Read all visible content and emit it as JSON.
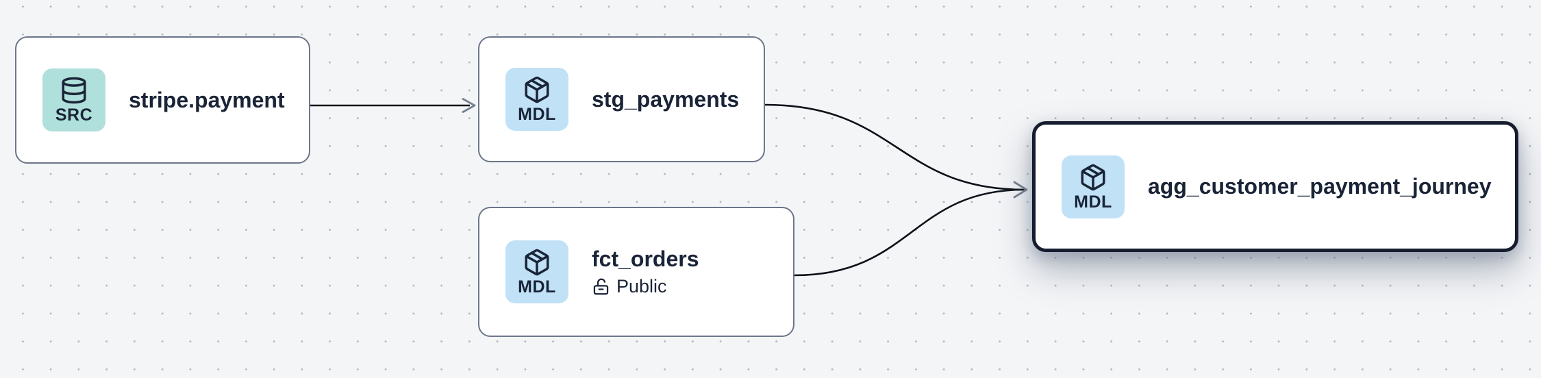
{
  "diagram_type": "data-lineage-graph",
  "canvas": {
    "background_color": "#f4f5f7",
    "dot_color": "#b3b7c0",
    "edge_color": "#0c1118",
    "arrowhead_color": "#76808f",
    "node_border_color": "#6b7689",
    "selected_node_border_color": "#151d2e",
    "text_color": "#1a2437",
    "source_badge_color": "#b0e0db",
    "model_badge_color": "#c0e1f6"
  },
  "nodes": [
    {
      "title": "stripe.payment",
      "badge": "SRC",
      "type": "source",
      "icon": "database-icon",
      "selected": false
    },
    {
      "title": "stg_payments",
      "badge": "MDL",
      "type": "model",
      "icon": "package-icon",
      "selected": false
    },
    {
      "title": "fct_orders",
      "badge": "MDL",
      "type": "model",
      "icon": "package-icon",
      "subtitle": "Public",
      "subtitle_icon": "lock-open-icon",
      "selected": false
    },
    {
      "title": "agg_customer_payment_journey",
      "badge": "MDL",
      "type": "model",
      "icon": "package-icon",
      "selected": true
    }
  ],
  "edges": [
    {
      "from": "stripe.payment",
      "to": "stg_payments"
    },
    {
      "from": "stg_payments",
      "to": "agg_customer_payment_journey"
    },
    {
      "from": "fct_orders",
      "to": "agg_customer_payment_journey"
    }
  ]
}
